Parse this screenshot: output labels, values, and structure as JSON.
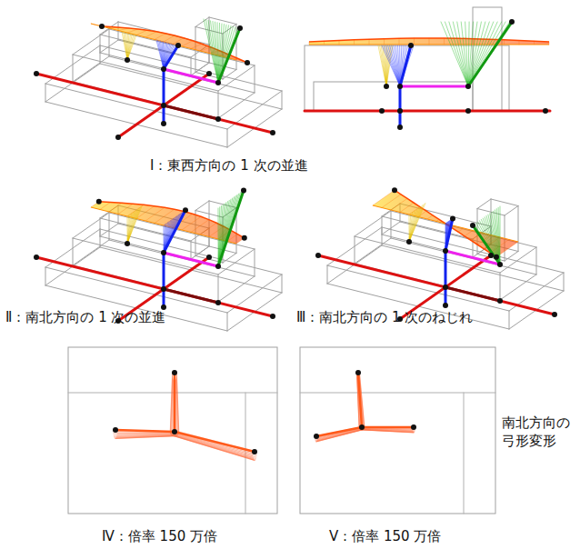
{
  "diagram": {
    "labels": [
      "Ⅰ：東西方向の 1 次の並進",
      "Ⅱ：南北方向の 1 次の並進",
      "Ⅲ：南北方向の 1 次のねじれ",
      "南北方向の 弓形変形",
      "Ⅳ：倍率 150 万倍",
      "Ⅴ：倍率 150 万倍"
    ]
  }
}
